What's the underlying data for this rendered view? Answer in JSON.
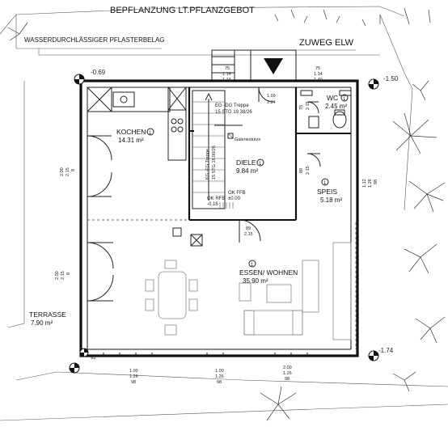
{
  "header": {
    "planting_note": "BEPFLANZUNG LT.PFLANZGEBOT",
    "paving_note": "WASSERDURCHLÄSSIGER PFLASTERBELAG",
    "entrance_note": "ZUWEG ELW"
  },
  "levels": {
    "nw": "-0.69",
    "ne": "-1.50",
    "se": "-1.74"
  },
  "rooms": {
    "kochen": {
      "name": "KOCHEN",
      "number": "1",
      "area": "14.31 m²"
    },
    "diele": {
      "name": "DIELE",
      "number": "1",
      "area": "9.84 m²"
    },
    "wc": {
      "name": "WC",
      "number": "1",
      "area": "2.45 m²"
    },
    "speis": {
      "name": "SPEIS",
      "number": "1",
      "area": "5.18 m²"
    },
    "essen": {
      "name": "ESSEN/ WOHNEN",
      "number": "1",
      "area": "35.90 m²"
    },
    "terrasse": {
      "name": "TERRASSE",
      "area": "7.90 m²"
    }
  },
  "stair_notes": {
    "upper": "EG -DG Treppe",
    "upper_steps": "15 STG 19.38/26",
    "lower": "KG -EG Treppe",
    "lower_steps": "15 STG 18.00/26",
    "gallery": "Galeriestütze",
    "ok_rfb": "OK RFB",
    "ok_rfb_val": "-0.16",
    "ok_ffb": "OK FFB",
    "ok_ffb_val": "±0.00"
  },
  "dims": {
    "entry_left": [
      "75",
      "1.14",
      "1.14"
    ],
    "entry_right": [
      "75",
      "1.14",
      "1.40"
    ],
    "diele_door": [
      "1.09",
      "2.24"
    ],
    "wc_door": [
      "75",
      "2.15"
    ],
    "speis_door": [
      "89",
      "2.15"
    ],
    "living_door": [
      "89",
      "2.15"
    ],
    "left_upper": [
      "2.00",
      "2.15",
      "8"
    ],
    "left_lower": [
      "2.00",
      "2.15",
      "8"
    ],
    "right_win": [
      "1.12",
      "1.26",
      "98"
    ],
    "bottom_1": [
      "1.00",
      "1.26",
      "98"
    ],
    "bottom_2": [
      "1.00",
      "1.26",
      "98"
    ],
    "bottom_3": [
      "2.00",
      "1.26",
      "98"
    ],
    "corner": "92"
  },
  "colors": {
    "line": "#111111",
    "paper": "#ffffff",
    "plant": "#333333"
  }
}
